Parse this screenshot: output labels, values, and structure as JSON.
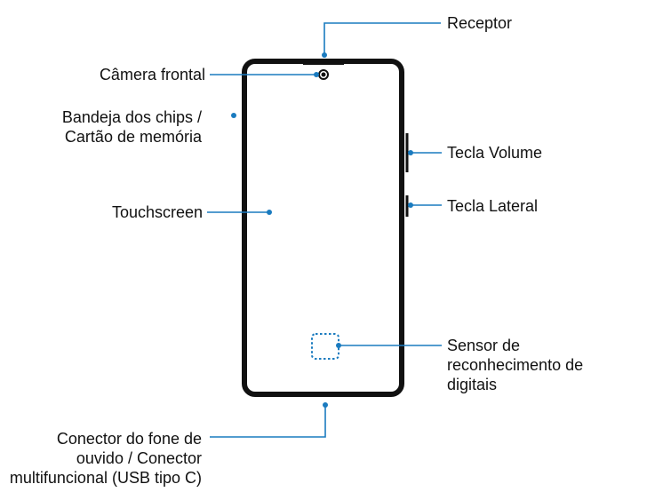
{
  "diagram": {
    "colors": {
      "phone_outline": "#111111",
      "leader_line": "#1a7bbf",
      "text": "#111111",
      "background": "#ffffff"
    },
    "labels": {
      "receptor": "Receptor",
      "camera_frontal": "Câmera frontal",
      "bandeja_line1": "Bandeja dos chips /",
      "bandeja_line2": "Cartão de memória",
      "tecla_volume": "Tecla Volume",
      "tecla_lateral": "Tecla Lateral",
      "touchscreen": "Touchscreen",
      "sensor_line1": "Sensor de",
      "sensor_line2": "reconhecimento de",
      "sensor_line3": "digitais",
      "conector_line1": "Conector do fone de",
      "conector_line2": "ouvido / Conector",
      "conector_line3": "multifuncional (USB tipo C)"
    }
  }
}
